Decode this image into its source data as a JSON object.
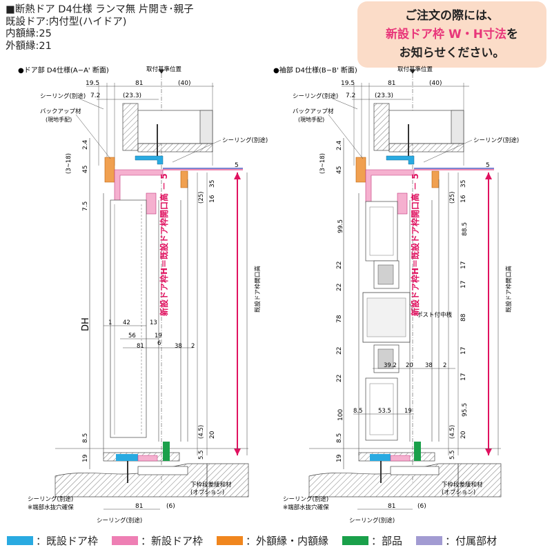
{
  "header": {
    "line1": "■断熱ドア D4仕様 ランマ無 片開き･親子",
    "line2": "既設ドア:内付型(ハイドア)",
    "line3": "内額縁:25",
    "line4": "外額縁:21"
  },
  "notice": {
    "line1": "ご注文の際には、",
    "line2_highlight": "新設ドア枠 W・H寸法",
    "line2_suffix": "を",
    "line3": "お知らせください。"
  },
  "left": {
    "title": "●ドア部 D4仕様(A−A' 断面)",
    "ref_label": "取付基準位置",
    "top_dims": [
      "19.5",
      "81",
      "(40)",
      "7.2",
      "(23.3)"
    ],
    "sealing_top": "シーリング(別途)",
    "sealing_right": "シーリング(別途)",
    "backup": "バックアップ材",
    "backup_sub": "(現地手配)",
    "left_dims": [
      "2.4",
      "45",
      "(3~18)",
      "7.5",
      "8.5",
      "19"
    ],
    "dh": "DH",
    "right_dims": [
      "5",
      "35",
      "(25)",
      "16",
      "(4.5)",
      "20",
      "5.5"
    ],
    "inner_dims": [
      "1",
      "42",
      "13",
      "56",
      "19",
      "81",
      "6",
      "38",
      "2"
    ],
    "red_label": "新設ドア枠H＝既設ドア枠開口高 － 5",
    "gray_label": "既設ドア枠開口高",
    "bottom_label": "下枠段差緩和材",
    "bottom_sub": "(オプション)",
    "bottom_dims": [
      "81",
      "(6)"
    ],
    "sealing_bot1": "シーリング(別途)",
    "drain": "※端部水抜穴確保",
    "sealing_bot2": "シーリング(別途)"
  },
  "right": {
    "title": "●袖部 D4仕様(B−B' 断面)",
    "ref_label": "取付基準位置",
    "top_dims": [
      "19.5",
      "81",
      "(40)",
      "7.2",
      "(23.3)"
    ],
    "sealing_top": "シーリング(別途)",
    "sealing_right": "シーリング(別途)",
    "backup": "バックアップ材",
    "backup_sub": "(現地手配)",
    "left_dims": [
      "2.4",
      "45",
      "(3~18)",
      "99.5",
      "22",
      "22",
      "78",
      "22",
      "22",
      "100",
      "8.5",
      "19"
    ],
    "right_dims": [
      "5",
      "35",
      "(25)",
      "16",
      "88.5",
      "17",
      "17",
      "88",
      "17",
      "17",
      "95.5",
      "(4.5)",
      "20",
      "5.5"
    ],
    "post_label": "ポスト付中桟",
    "inner_dims": [
      "39.2",
      "20",
      "38",
      "2",
      "8.5",
      "53.5",
      "19"
    ],
    "red_label": "新設ドア枠H＝既設ドア枠開口高 － 5",
    "gray_label": "既設ドア枠開口高",
    "bottom_label": "下枠段差緩和材",
    "bottom_sub": "(オプション)",
    "bottom_dims": [
      "81",
      "(6)"
    ],
    "sealing_bot1": "シーリング(別途)",
    "drain": "※端部水抜穴確保",
    "sealing_bot2": "シーリング(別途)"
  },
  "legend": [
    {
      "label": "：既設ドア枠",
      "color": "#29aae1"
    },
    {
      "label": "：新設ドア枠",
      "color": "#ee7fb4"
    },
    {
      "label": "：外額縁・内額縁",
      "color": "#f0861e"
    },
    {
      "label": "：部品",
      "color": "#1aa04a"
    },
    {
      "label": "：付属部材",
      "color": "#a29bd2"
    }
  ]
}
